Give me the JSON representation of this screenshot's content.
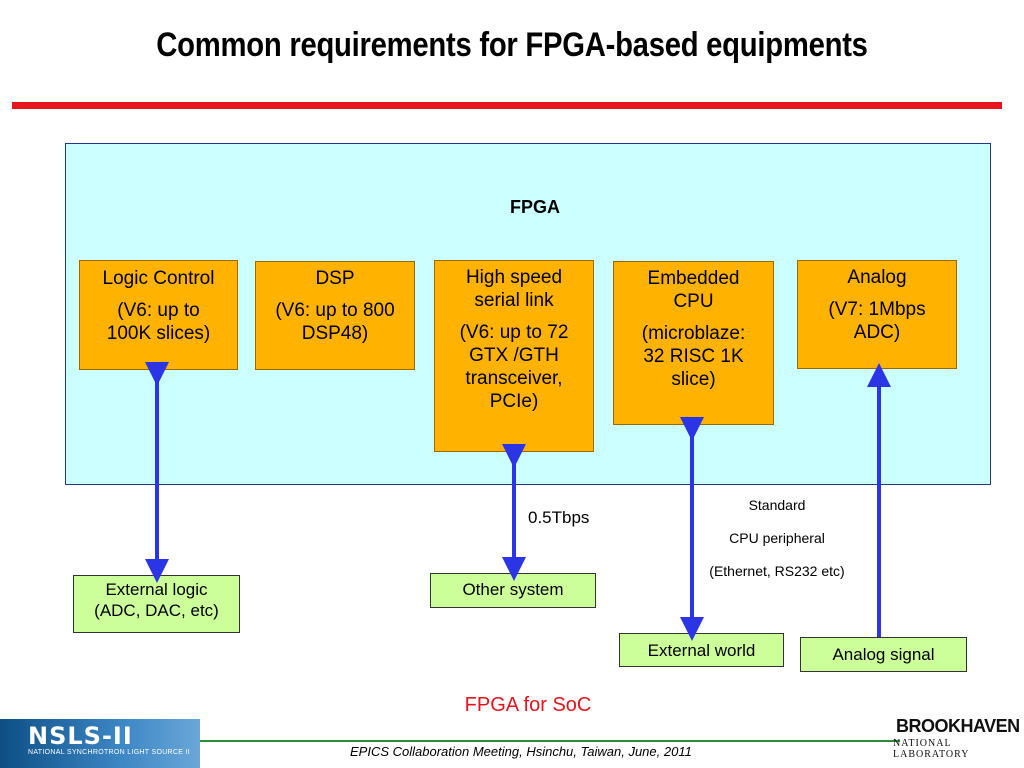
{
  "slide": {
    "title": "Common requirements for FPGA-based equipments",
    "fpga_label": "FPGA",
    "caption": "FPGA  for SoC",
    "footer": "EPICS Collaboration Meeting, Hsinchu, Taiwan, June, 2011"
  },
  "blocks": {
    "logic": {
      "title": "Logic Control",
      "detail": "(V6: up to 100K slices)"
    },
    "dsp": {
      "title": "DSP",
      "detail": "(V6: up to 800 DSP48)"
    },
    "serial": {
      "title": "High speed serial link",
      "detail": "(V6: up to 72 GTX /GTH transceiver, PCIe)"
    },
    "cpu": {
      "title": "Embedded CPU",
      "detail": "(microblaze: 32 RISC 1K slice)"
    },
    "analog": {
      "title": "Analog",
      "detail": "(V7: 1Mbps ADC)"
    }
  },
  "external": {
    "logic": "External logic (ADC, DAC, etc)",
    "other": "Other system",
    "world": "External world",
    "analog": "Analog signal"
  },
  "annotations": {
    "bandwidth": "0.5Tbps",
    "std1": "Standard",
    "std2": "CPU peripheral",
    "std3": "(Ethernet, RS232 etc)"
  },
  "logos": {
    "nsls": "NSLS-II",
    "nsls_sub": "NATIONAL SYNCHROTRON LIGHT SOURCE II",
    "bnl": "BROOKHAVEN",
    "bnl_sub": "NATIONAL LABORATORY"
  },
  "colors": {
    "accent_red": "#e8141b",
    "fpga_bg": "#ccffff",
    "block_orange": "#ffb200",
    "external_green": "#ccff99",
    "arrow_blue": "#2b35e6"
  }
}
